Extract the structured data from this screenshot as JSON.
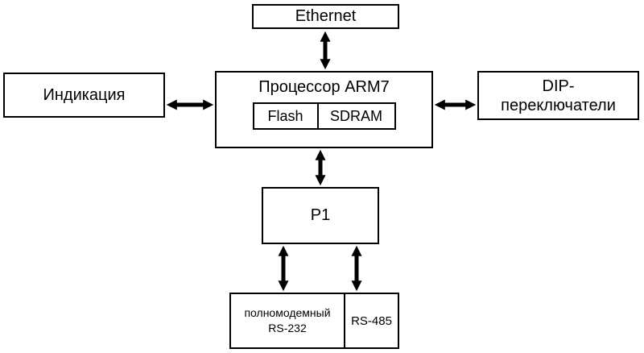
{
  "diagram": {
    "ethernet": {
      "label": "Ethernet"
    },
    "indication": {
      "label": "Индикация"
    },
    "dip": {
      "line1": "DIP-",
      "line2": "переключатели"
    },
    "processor": {
      "label": "Процессор ARM7",
      "flash": "Flash",
      "sdram": "SDRAM"
    },
    "p1": {
      "label": "P1"
    },
    "serial": {
      "rs232_line1": "полномодемный",
      "rs232_line2": "RS-232",
      "rs485": "RS-485"
    }
  }
}
